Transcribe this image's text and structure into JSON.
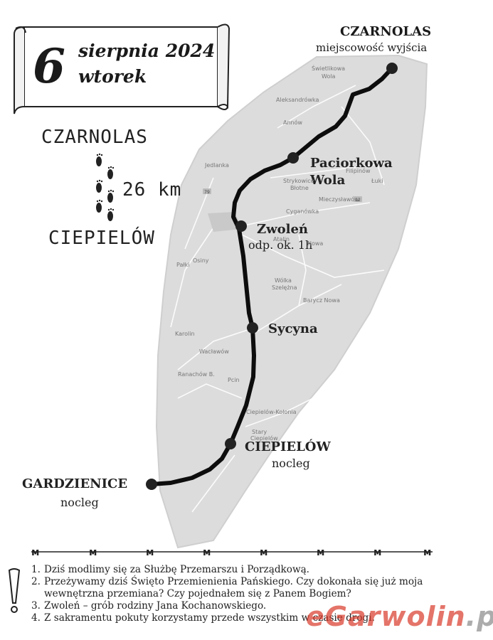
{
  "date": {
    "day": "6",
    "month_year": "sierpnia 2024",
    "weekday": "wtorek"
  },
  "summary": {
    "from": "CZARNOLAS",
    "distance": "26 km",
    "to": "CIEPIELÓW"
  },
  "start": {
    "name": "CZARNOLAS",
    "subtitle": "miejscowość wyjścia"
  },
  "stops": [
    {
      "name": "Paciorkowa",
      "name2": "Wola"
    },
    {
      "name": "Zwoleń",
      "note": "odp. ok. 1h"
    },
    {
      "name": "Sycyna"
    },
    {
      "name": "CIEPIELÓW",
      "note": "nocleg"
    },
    {
      "name": "GARDZIENICE",
      "note": "nocleg"
    }
  ],
  "towns": [
    "Świetlikowa",
    "Wola",
    "Aleksandrówka",
    "Annów",
    "Jedlanka",
    "Strykowice",
    "Błotne",
    "Filipinów",
    "Mieczysławów",
    "Cyganówka",
    "Atalin",
    "Nowa",
    "Osiny",
    "Pałki",
    "Wólka",
    "Szelężna",
    "Barycz Nowa",
    "Karolin",
    "Wacławów",
    "Ranachów B.",
    "Pcin",
    "Ciepielów-Kolonia",
    "Stary",
    "Ciepielów",
    "Łuki"
  ],
  "road_numbers": [
    "79",
    "12",
    "12"
  ],
  "notes": [
    {
      "num": "1.",
      "text": "Dziś modlimy się za Służbę Przemarszu i Porządkową."
    },
    {
      "num": "2.",
      "text": "Przeżywamy dziś Święto Przemienienia Pańskiego. Czy dokonała się już moja wewnętrzna przemiana? Czy pojednałem się z Panem Bogiem?"
    },
    {
      "num": "3.",
      "text": "Zwoleń – grób rodziny Jana Kochanowskiego."
    },
    {
      "num": "4.",
      "text": "Z sakramentu pokuty korzystamy przede wszystkim w czasie drogi."
    }
  ],
  "watermark": {
    "part1": "eGarwolin",
    "part2": ".pl"
  },
  "colors": {
    "route": "#0d0d0d",
    "land": "#dcdcdc",
    "watermark": "#d93a2a"
  }
}
